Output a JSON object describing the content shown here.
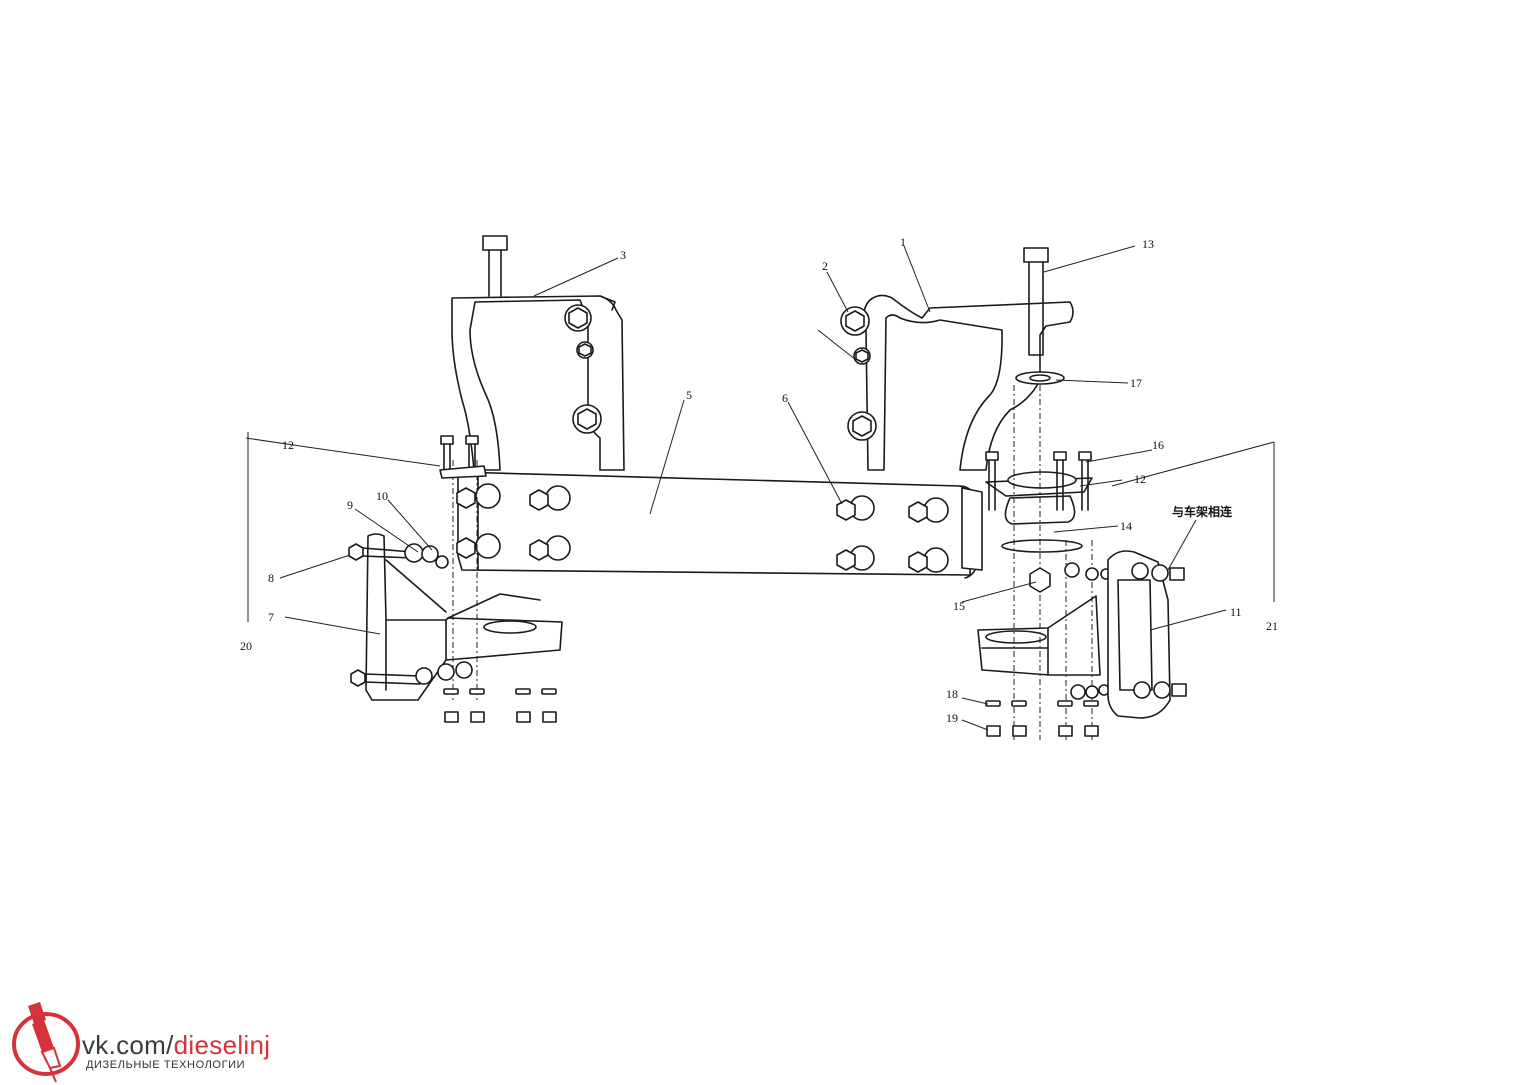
{
  "labels": [
    {
      "id": "part-1",
      "text": "1"
    },
    {
      "id": "part-2",
      "text": "2"
    },
    {
      "id": "part-3",
      "text": "3"
    },
    {
      "id": "part-5",
      "text": "5"
    },
    {
      "id": "part-6",
      "text": "6"
    },
    {
      "id": "part-7",
      "text": "7"
    },
    {
      "id": "part-8",
      "text": "8"
    },
    {
      "id": "part-9",
      "text": "9"
    },
    {
      "id": "part-10",
      "text": "10"
    },
    {
      "id": "part-11",
      "text": "11"
    },
    {
      "id": "part-12-left",
      "text": "12"
    },
    {
      "id": "part-12-right",
      "text": "12"
    },
    {
      "id": "part-13",
      "text": "13"
    },
    {
      "id": "part-14",
      "text": "14"
    },
    {
      "id": "part-15",
      "text": "15"
    },
    {
      "id": "part-16",
      "text": "16"
    },
    {
      "id": "part-17",
      "text": "17"
    },
    {
      "id": "part-18",
      "text": "18"
    },
    {
      "id": "part-19",
      "text": "19"
    },
    {
      "id": "part-20",
      "text": "20"
    },
    {
      "id": "part-21",
      "text": "21"
    }
  ],
  "annotation_frame_connect": "与车架相连",
  "watermark": {
    "prefix": "vk.com/",
    "handle": "dieselinj",
    "subtitle": "ДИЗЕЛЬНЫЕ ТЕХНОЛОГИИ",
    "accent_color": "#d6323a"
  },
  "icons": [
    "injector-logo-icon"
  ]
}
